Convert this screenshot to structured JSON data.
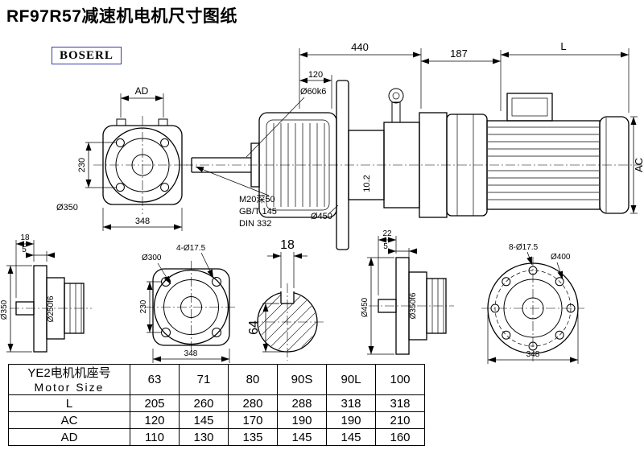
{
  "page": {
    "title": "RF97R57减速机电机尺寸图纸",
    "brand": "BOSERL"
  },
  "colors": {
    "brand_box_border": "#3b3bb0",
    "line": "#000000",
    "background": "#ffffff"
  },
  "front_view": {
    "dim_ad": "AD",
    "flange_dia": "Ø350",
    "dim_height": "230",
    "dim_width": "348"
  },
  "main_view": {
    "dim_overall": "440",
    "dim_shaft_len": "120",
    "shaft_dia": "Ø60k6",
    "dim_adapter": "187",
    "dim_motor_len": "L",
    "dim_motor_dia": "AC",
    "dim_key": "10.2",
    "tap_hole": "M20深50",
    "std_gb": "GB/T 145",
    "std_din": "DIN 332",
    "flange_dia": "Ø450"
  },
  "small_flange_side": {
    "dim_a": "18",
    "dim_b": "5",
    "flange_dia": "Ø350",
    "spigot_dia": "Ø250f6"
  },
  "square_flange_front": {
    "holes": "4-Ø17.5",
    "circle_dia": "Ø300",
    "dim_height": "230",
    "dim_width": "348"
  },
  "shaft_section": {
    "key_width": "18",
    "key_depth": "64"
  },
  "large_flange_side": {
    "dim_a": "22",
    "dim_b": "5",
    "flange_dia": "Ø450",
    "spigot_dia": "Ø350f6"
  },
  "round_flange_front": {
    "holes": "8-Ø17.5",
    "circle_dia": "Ø400",
    "dim_width": "348"
  },
  "table": {
    "header_cn": "YE2电机机座号",
    "header_en": "Motor Size",
    "columns": [
      "63",
      "71",
      "80",
      "90S",
      "90L",
      "100"
    ],
    "rows": [
      {
        "label": "L",
        "values": [
          "205",
          "260",
          "280",
          "288",
          "318",
          "318"
        ]
      },
      {
        "label": "AC",
        "values": [
          "120",
          "145",
          "170",
          "190",
          "190",
          "210"
        ]
      },
      {
        "label": "AD",
        "values": [
          "110",
          "130",
          "135",
          "145",
          "145",
          "160"
        ]
      }
    ]
  }
}
